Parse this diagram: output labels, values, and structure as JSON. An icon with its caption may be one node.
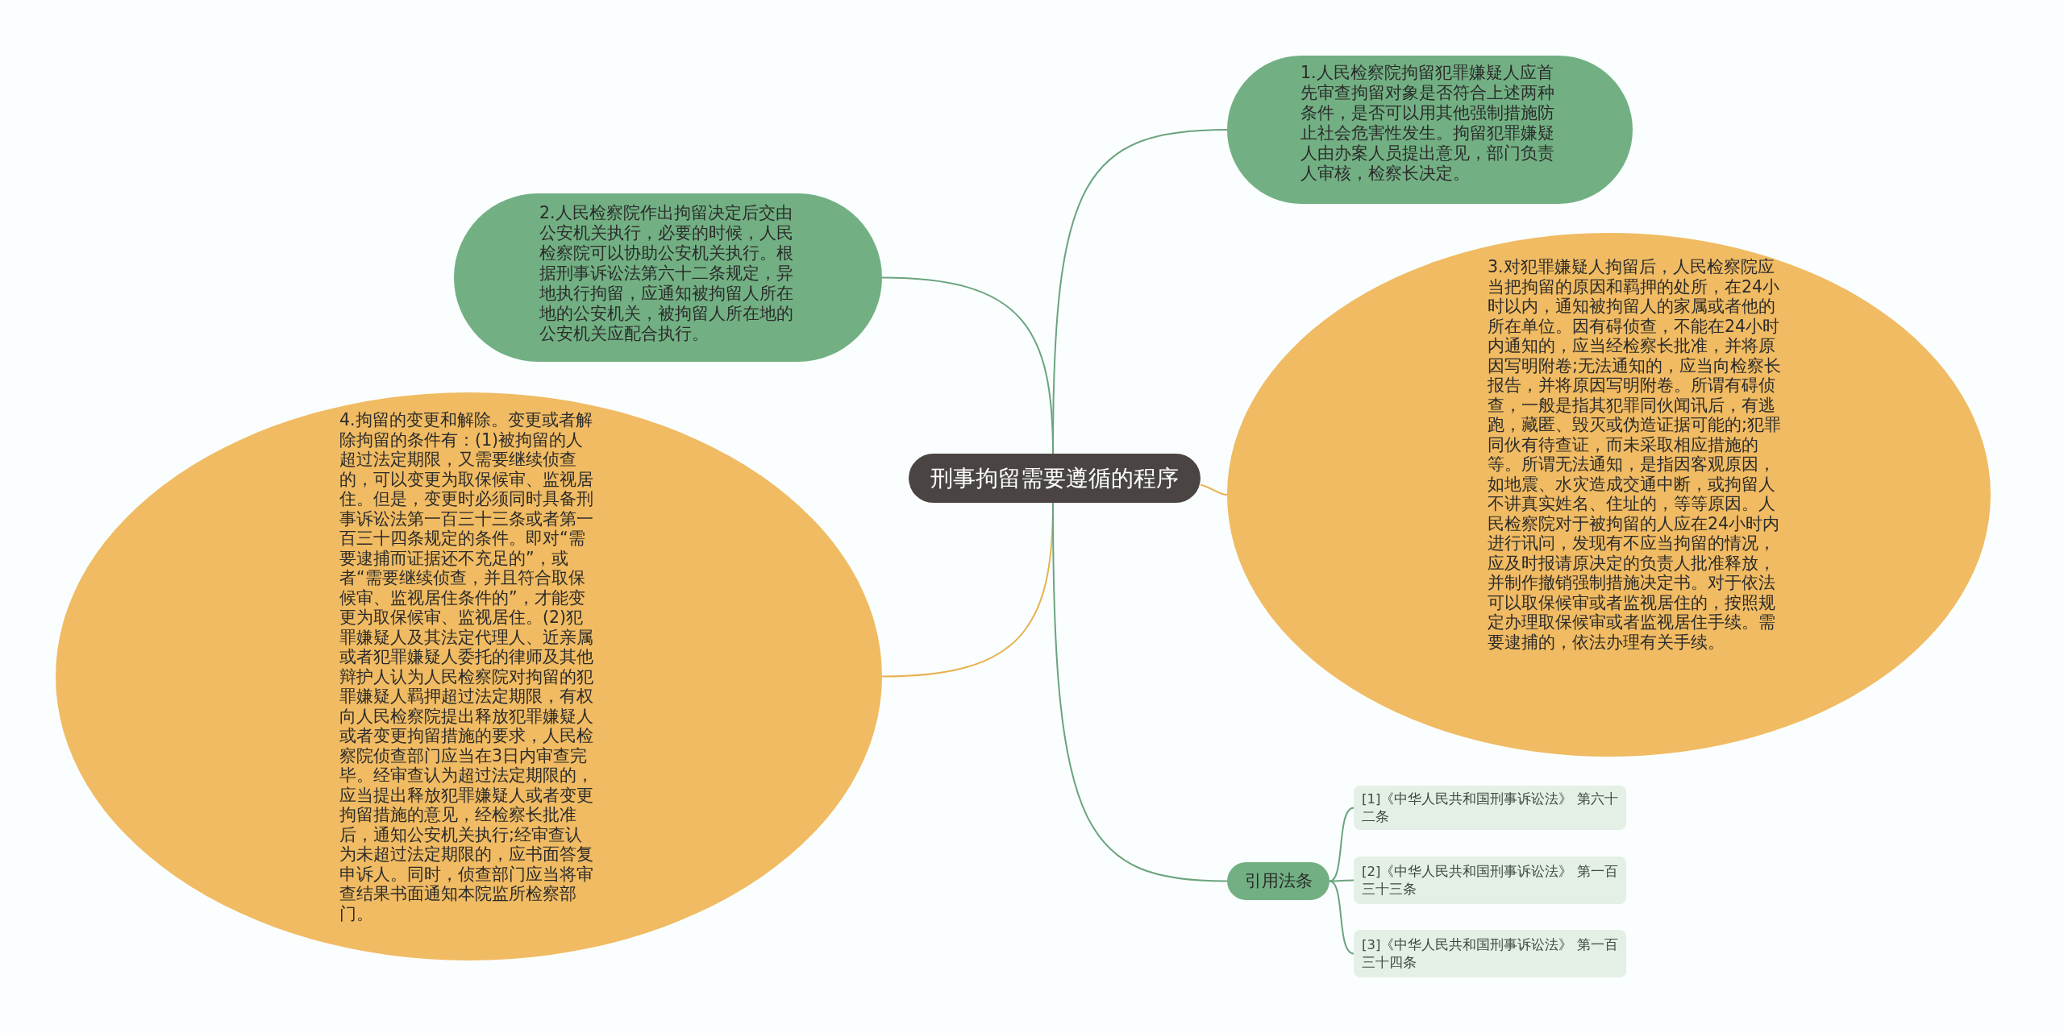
{
  "diagram": {
    "nodes": [
      {
        "text": [
          "刑事拘留需要遵循的程序"
        ]
      },
      {
        "text": [
          "1.人民检察院拘留犯罪嫌疑人应首先审查拘留对象是否符合上述两种条件，是否可以用其他强制措施防止社会危害性发生。拘留犯罪嫌疑人由办案人员提出意见，部门负责人审核，检察长决定。"
        ]
      },
      {
        "text": [
          "2.人民检察院作出拘留决定后交由公安机关执行，必要的时候，人民检察院可以协助公安机关执行。根据刑事诉讼法第六十二条规定，异地执行拘留，应通知被拘留人所在地的公安机关，被拘留人所在地的公安机关应配合执行。"
        ]
      },
      {
        "text": [
          "3.对犯罪嫌疑人拘留后，人民检察院应当把拘留的原因和羁押的处所，在24小时以内，通知被拘留人的家属或者他的所在单位。因有碍侦查，不能在24小时内通知的，应当经检察长批准，并将原因写明附卷;无法通知的，应当向检察长报告，并将原因写明附卷。所谓有碍侦查，一般是指其犯罪同伙闻讯后，有逃跑，藏匿、毁灭或伪造证据可能的;犯罪同伙有待查证，而未采取相应措施的等。所谓无法通知，是指因客观原因，如地震、水灾造成交通中断，或拘留人不讲真实姓名、住址的，等等原因。人民检察院对于被拘留的人应在24小时内进行讯问，发现有不应当拘留的情况，应及时报请原决定的负责人批准释放，并制作撤销强制措施决定书。对于依法可以取保候审或者监视居住的，按照规定办理取保候审或者监视居住手续。需要逮捕的，依法办理有关手续。"
        ]
      },
      {
        "text": [
          "4.拘留的变更和解除。变更或者解除拘留的条件有：(1)被拘留的人超过法定期限，又需要继续侦查的，可以变更为取保候审、监视居住。但是，变更时必须同时具备刑事诉讼法第一百三十三条或者第一百三十四条规定的条件。即对“需要逮捕而证据还不充足的”，或者“需要继续侦查，并且符合取保候审、监视居住条件的”，才能变更为取保候审、监视居住。(2)犯罪嫌疑人及其法定代理人、近亲属或者犯罪嫌疑人委托的律师及其他辩护人认为人民检察院对拘留的犯罪嫌疑人羁押超过法定期限，有权向人民检察院提出释放犯罪嫌疑人或者变更拘留措施的要求，人民检察院侦查部门应当在3日内审查完毕。经审查认为超过法定期限的，应当提出释放犯罪嫌疑人或者变更拘留措施的意见，经检察长批准后，通知公安机关执行;经审查认为未超过法定期限的，应书面答复申诉人。同时，侦查部门应当将审查结果书面通知本院监所检察部门。"
        ]
      },
      {
        "text": [
          "引用法条"
        ]
      },
      {
        "text": [
          "[1]《中华人民共和国刑事诉讼法》 第六十二条"
        ]
      },
      {
        "text": [
          "[2]《中华人民共和国刑事诉讼法》 第一百三十三条"
        ]
      },
      {
        "text": [
          "[3]《中华人民共和国刑事诉讼法》 第一百三十四条"
        ]
      }
    ],
    "edges": [
      {
        "from": 0,
        "to": 1,
        "arrow": "none"
      },
      {
        "from": 0,
        "to": 2,
        "arrow": "none"
      },
      {
        "from": 0,
        "to": 3,
        "arrow": "none",
        "color": "#e8b150"
      },
      {
        "from": 0,
        "to": 4,
        "arrow": "none",
        "color": "#e8b150"
      },
      {
        "from": 0,
        "to": 5,
        "arrow": "none"
      },
      {
        "from": 5,
        "to": 6,
        "arrow": "none"
      },
      {
        "from": 5,
        "to": 7,
        "arrow": "none"
      },
      {
        "from": 5,
        "to": 8,
        "arrow": "none"
      }
    ]
  }
}
